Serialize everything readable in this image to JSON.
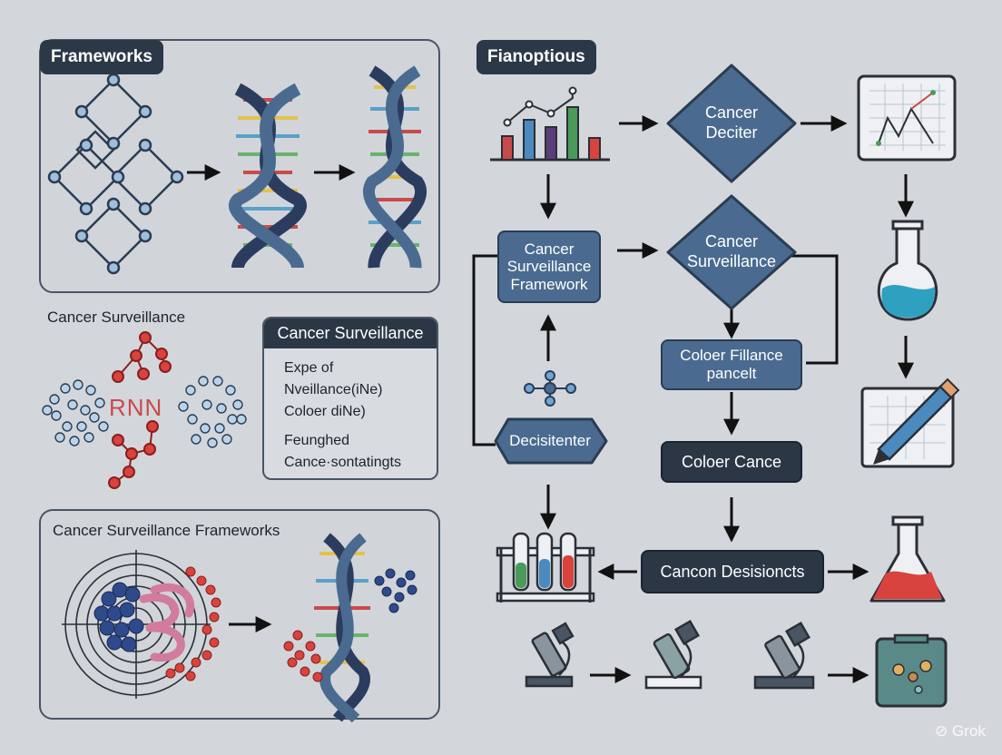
{
  "panels": {
    "frameworks_title": "Frameworks",
    "flow_title": "Fianoptious",
    "surveillance_label": "Cancer Surveillance",
    "bottom_label": "Cancer Surveillance Frameworks",
    "rna_label": "RNN"
  },
  "legend": {
    "header": "Cancer Surveillance",
    "line1": "Expe of",
    "line2": "Nveillance(iNe)",
    "line3": "Coloer diNe)",
    "line4": "Feunghed",
    "line5": "Cance·sontatingts"
  },
  "nodes": {
    "cancer_deciter": "Cancer\nDeciter",
    "framework_box": "Cancer\nSurveillance\nFramework",
    "surveillance_diamond": "Cancer\nSurveillance",
    "coloer_fillance": "Coloer Fillance\npancelt",
    "decisitenter": "Decisitenter",
    "coloer_cance": "Coloer Cance",
    "cancon": "Cancon Desisioncts"
  },
  "watermark": "Grok",
  "colors": {
    "background": "#d3d7dc",
    "node_blue": "#4a6b8f",
    "node_dark": "#2b3745",
    "arrow": "#111111",
    "dna_outline": "#2b3c5e"
  }
}
